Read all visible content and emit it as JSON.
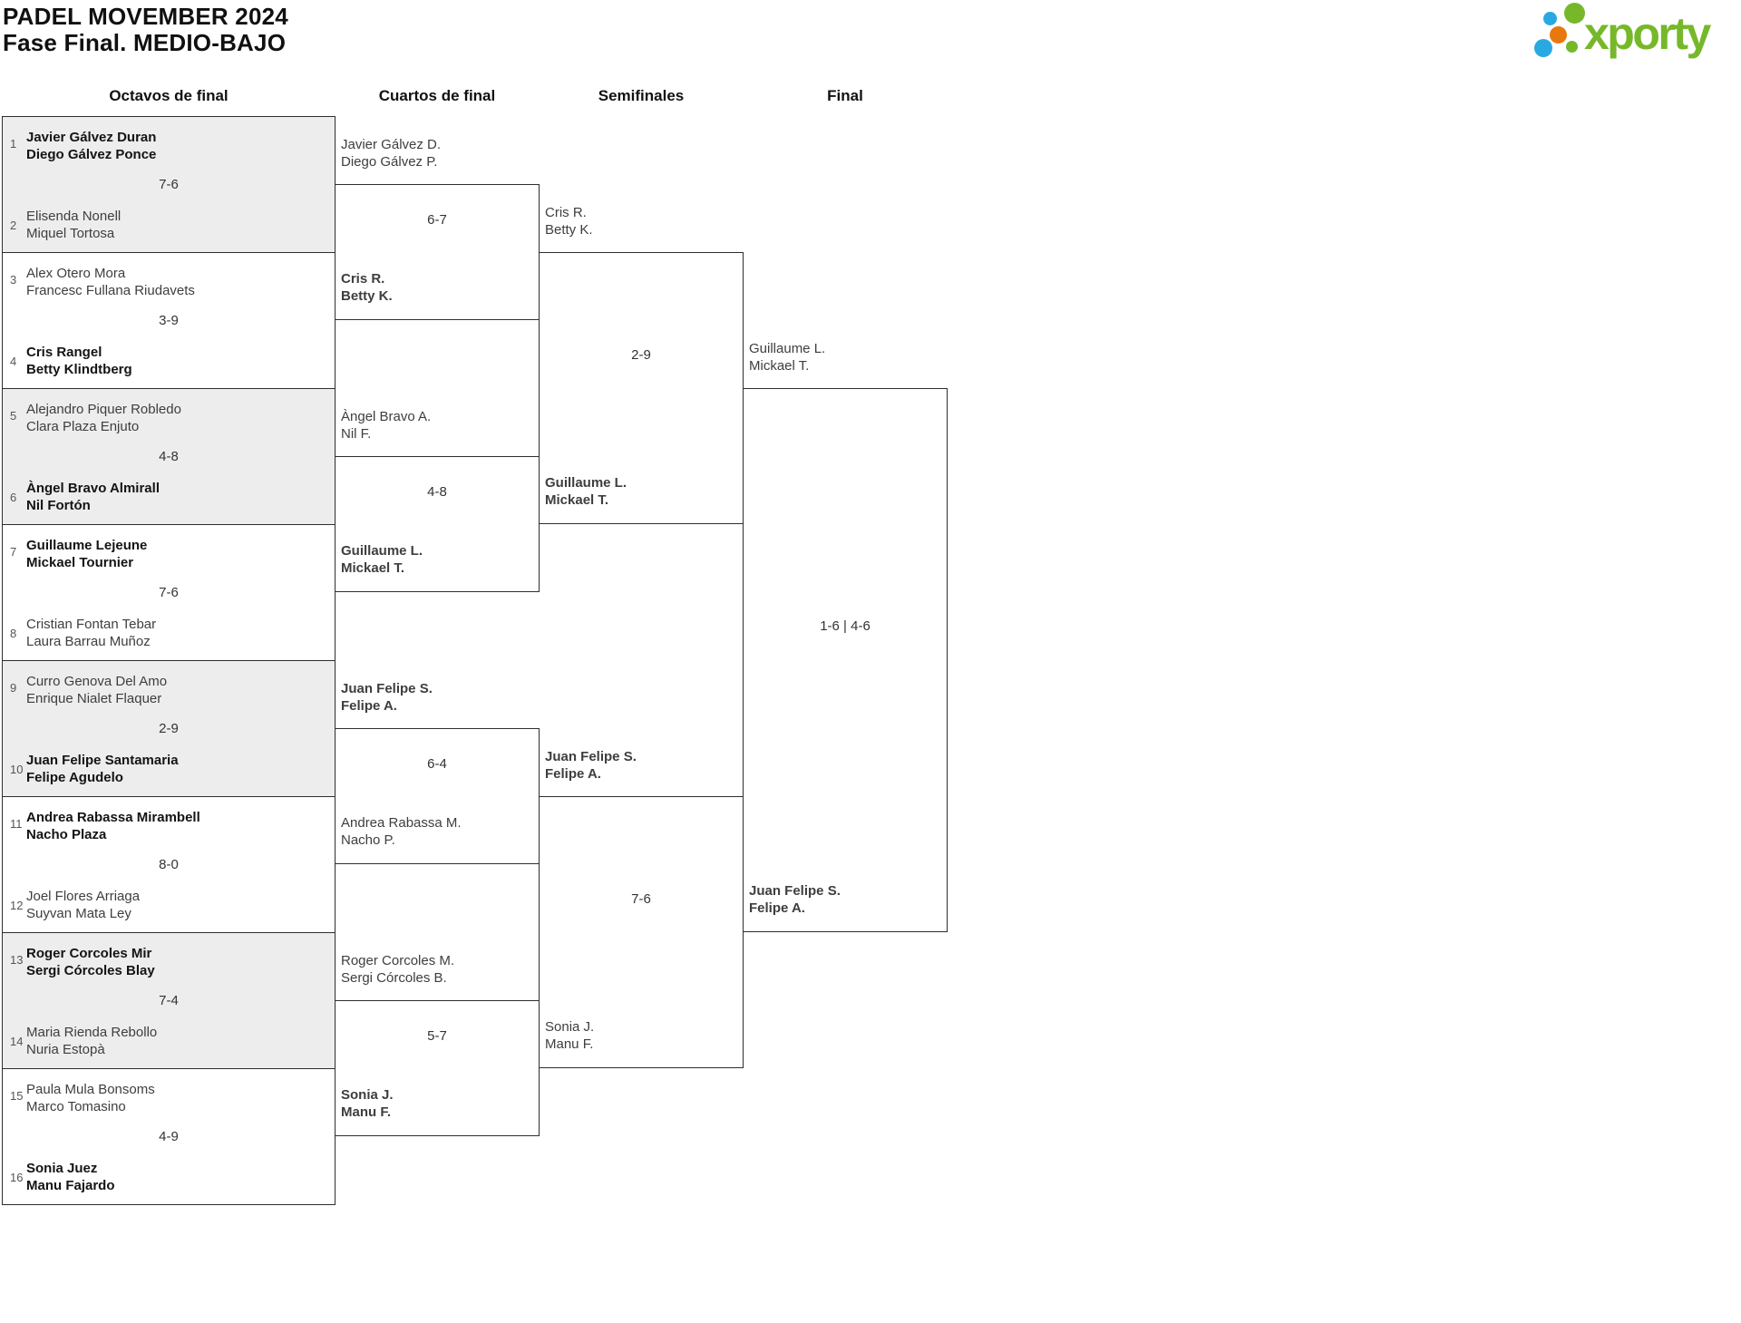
{
  "header": {
    "title_line1": "PADEL MOVEMBER 2024",
    "title_line2": "Fase Final. MEDIO-BAJO",
    "logo_text": "xporty",
    "logo_colors": {
      "green": "#76b82a",
      "blue": "#29a9e1",
      "orange": "#e8780d"
    }
  },
  "round_headers": [
    "Octavos de final",
    "Cuartos de final",
    "Semifinales",
    "Final"
  ],
  "r16": [
    {
      "score": "7-6",
      "top": {
        "seed": "1",
        "line1": "Javier Gálvez Duran",
        "line2": "Diego Gálvez Ponce",
        "winner": true
      },
      "bottom": {
        "seed": "2",
        "line1": "Elisenda Nonell",
        "line2": "Miquel Tortosa",
        "winner": false
      }
    },
    {
      "score": "3-9",
      "top": {
        "seed": "3",
        "line1": "Alex Otero Mora",
        "line2": "Francesc Fullana Riudavets",
        "winner": false
      },
      "bottom": {
        "seed": "4",
        "line1": "Cris Rangel",
        "line2": "Betty Klindtberg",
        "winner": true
      }
    },
    {
      "score": "4-8",
      "top": {
        "seed": "5",
        "line1": "Alejandro Piquer Robledo",
        "line2": "Clara Plaza Enjuto",
        "winner": false
      },
      "bottom": {
        "seed": "6",
        "line1": "Àngel Bravo Almirall",
        "line2": "Nil Fortón",
        "winner": true
      }
    },
    {
      "score": "7-6",
      "top": {
        "seed": "7",
        "line1": "Guillaume Lejeune",
        "line2": "Mickael Tournier",
        "winner": true
      },
      "bottom": {
        "seed": "8",
        "line1": "Cristian Fontan Tebar",
        "line2": "Laura Barrau Muñoz",
        "winner": false
      }
    },
    {
      "score": "2-9",
      "top": {
        "seed": "9",
        "line1": "Curro Genova Del Amo",
        "line2": "Enrique Nialet Flaquer",
        "winner": false
      },
      "bottom": {
        "seed": "10",
        "line1": "Juan Felipe Santamaria",
        "line2": "Felipe Agudelo",
        "winner": true
      }
    },
    {
      "score": "8-0",
      "top": {
        "seed": "11",
        "line1": "Andrea Rabassa Mirambell",
        "line2": "Nacho Plaza",
        "winner": true
      },
      "bottom": {
        "seed": "12",
        "line1": "Joel Flores Arriaga",
        "line2": "Suyvan Mata Ley",
        "winner": false
      }
    },
    {
      "score": "7-4",
      "top": {
        "seed": "13",
        "line1": "Roger Corcoles Mir",
        "line2": "Sergi Córcoles Blay",
        "winner": true
      },
      "bottom": {
        "seed": "14",
        "line1": "Maria Rienda Rebollo",
        "line2": "Nuria Estopà",
        "winner": false
      }
    },
    {
      "score": "4-9",
      "top": {
        "seed": "15",
        "line1": "Paula Mula Bonsoms",
        "line2": "Marco Tomasino",
        "winner": false
      },
      "bottom": {
        "seed": "16",
        "line1": "Sonia Juez",
        "line2": "Manu Fajardo",
        "winner": true
      }
    }
  ],
  "qf": [
    {
      "score": "6-7",
      "top": {
        "line1": "Javier Gálvez D.",
        "line2": "Diego Gálvez P.",
        "winner": false
      },
      "bottom": {
        "line1": "Cris R.",
        "line2": "Betty K.",
        "winner": true
      }
    },
    {
      "score": "4-8",
      "top": {
        "line1": "Àngel Bravo A.",
        "line2": "Nil F.",
        "winner": false
      },
      "bottom": {
        "line1": "Guillaume L.",
        "line2": "Mickael T.",
        "winner": true
      }
    },
    {
      "score": "6-4",
      "top": {
        "line1": "Juan Felipe S.",
        "line2": "Felipe A.",
        "winner": true
      },
      "bottom": {
        "line1": "Andrea Rabassa M.",
        "line2": "Nacho P.",
        "winner": false
      }
    },
    {
      "score": "5-7",
      "top": {
        "line1": "Roger Corcoles M.",
        "line2": "Sergi Córcoles B.",
        "winner": false
      },
      "bottom": {
        "line1": "Sonia J.",
        "line2": "Manu F.",
        "winner": true
      }
    }
  ],
  "sf": [
    {
      "score": "2-9",
      "top": {
        "line1": "Cris R.",
        "line2": "Betty K.",
        "winner": false
      },
      "bottom": {
        "line1": "Guillaume L.",
        "line2": "Mickael T.",
        "winner": true
      }
    },
    {
      "score": "7-6",
      "top": {
        "line1": "Juan Felipe S.",
        "line2": "Felipe A.",
        "winner": true
      },
      "bottom": {
        "line1": "Sonia J.",
        "line2": "Manu F.",
        "winner": false
      }
    }
  ],
  "final": {
    "score": "1-6 | 4-6",
    "top": {
      "line1": "Guillaume L.",
      "line2": "Mickael T.",
      "winner": false
    },
    "bottom": {
      "line1": "Juan Felipe S.",
      "line2": "Felipe A.",
      "winner": true
    }
  }
}
